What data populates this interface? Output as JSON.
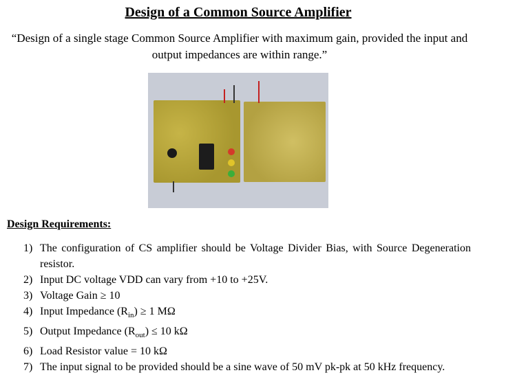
{
  "title": "Design of a Common Source Amplifier",
  "intro": "“Design of a single stage Common Source Amplifier with maximum gain, provided the input and output impedances are within range.”",
  "section_heading": "Design Requirements:",
  "requirements": [
    {
      "num": "1)",
      "parts": [
        "The configuration of CS amplifier should be Voltage Divider Bias, with Source Degeneration resistor."
      ]
    },
    {
      "num": "2)",
      "parts": [
        "Input DC voltage VDD can vary from +10 to +25V."
      ]
    },
    {
      "num": "3)",
      "parts": [
        "Voltage Gain ≥ 10"
      ]
    },
    {
      "num": "4)",
      "parts": [
        "Input Impedance (R",
        "in",
        ") ≥ 1 MΩ"
      ]
    },
    {
      "num": "5)",
      "parts": [
        "Output Impedance (R",
        "out",
        ") ≤ 10 kΩ"
      ]
    },
    {
      "num": "6)",
      "parts": [
        "Load Resistor value = 10 kΩ"
      ]
    },
    {
      "num": "7)",
      "parts": [
        "The input signal to be provided should be a sine wave of 50 mV pk-pk at 50 kHz frequency."
      ]
    }
  ],
  "colors": {
    "photo_bg": "#c8ccd6",
    "pcb": "#b3a23c"
  }
}
